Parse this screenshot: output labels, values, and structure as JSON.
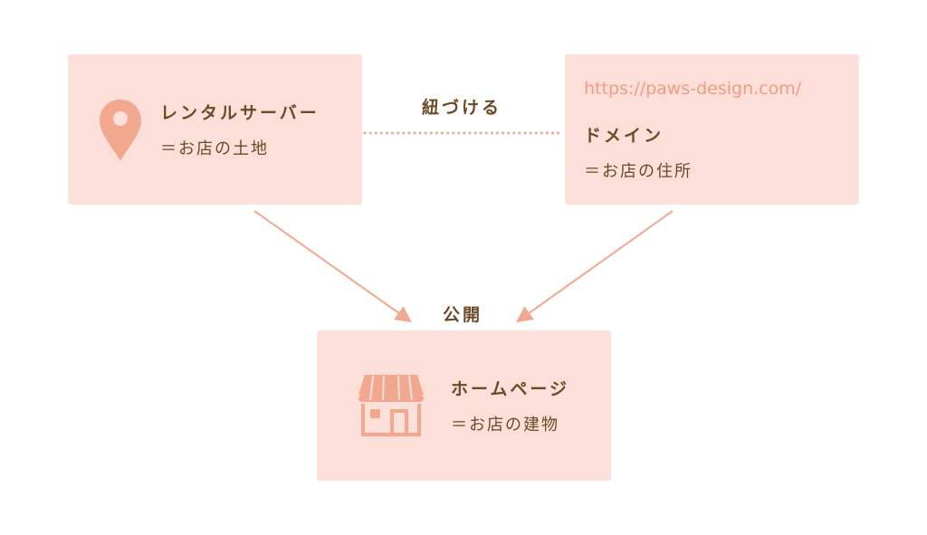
{
  "server": {
    "title": "レンタルサーバー",
    "subtitle": "＝お店の土地",
    "icon": "map-pin-icon"
  },
  "domain": {
    "url": "https://paws-design.com/",
    "title": "ドメイン",
    "subtitle": "＝お店の住所"
  },
  "homepage": {
    "title": "ホームページ",
    "subtitle": "＝お店の建物",
    "icon": "storefront-icon"
  },
  "connections": {
    "link_label": "紐づける",
    "publish_label": "公開"
  },
  "colors": {
    "box_fill": "#fcdfd8",
    "accent": "#f2a88f",
    "text": "#6b4a25",
    "url": "#ef9c85"
  }
}
